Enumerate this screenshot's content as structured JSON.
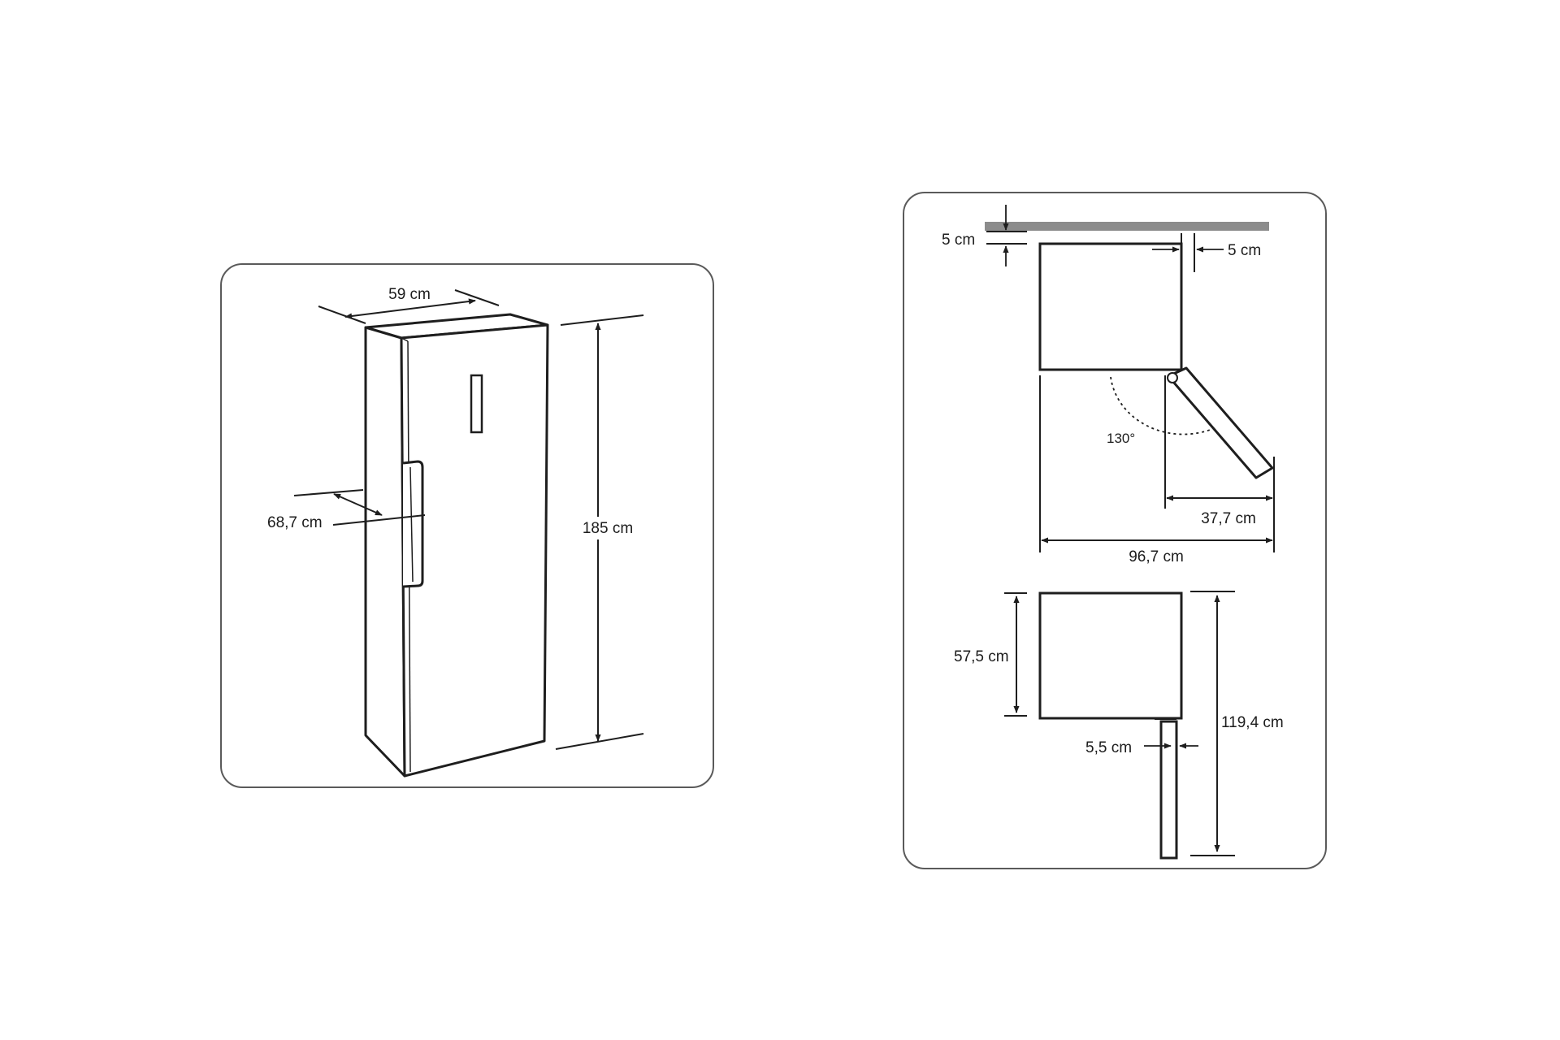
{
  "left_panel": {
    "width_label": "59 cm",
    "depth_label": "68,7 cm",
    "height_label": "185 cm"
  },
  "right_panel": {
    "wall_gap_label": "5 cm",
    "side_gap_label": "5 cm",
    "angle_label": "130°",
    "door_swing_label": "37,7 cm",
    "total_width_label": "96,7 cm",
    "depth_label": "57,5 cm",
    "door_thickness_label": "5,5 cm",
    "total_depth_label": "119,4 cm"
  }
}
